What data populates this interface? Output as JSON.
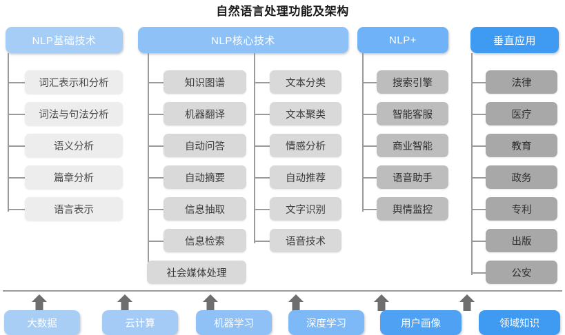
{
  "title": "自然语言处理功能及架构",
  "colors": {
    "header_light": "#a6cdf5",
    "header_mid": "#8ec1f5",
    "header_strong": "#6fb2f7",
    "header_dark": "#3f9bf2",
    "leaf_l1": "#ededed",
    "leaf_l2": "#d9d9d9",
    "leaf_l3": "#bdbdbd",
    "leaf_l4": "#a8a8a8",
    "connector": "#9a9a9a",
    "arrow": "#6e6e6e",
    "title_color": "#1a1a1a"
  },
  "columns": [
    {
      "id": "nlp-basic",
      "header": "NLP基础技术",
      "shade": "header_light",
      "items": [
        "词汇表示和分析",
        "词法与句法分析",
        "语义分析",
        "篇章分析",
        "语言表示"
      ]
    },
    {
      "id": "nlp-core",
      "header": "NLP核心技术",
      "shade": "header_mid",
      "items_left": [
        "知识图谱",
        "机器翻译",
        "自动问答",
        "自动摘要",
        "信息抽取",
        "信息检索",
        "社会媒体处理"
      ],
      "items_right": [
        "文本分类",
        "文本聚类",
        "情感分析",
        "自动推荐",
        "文字识别",
        "语音技术"
      ]
    },
    {
      "id": "nlp-plus",
      "header": "NLP+",
      "shade": "header_strong",
      "items": [
        "搜索引擎",
        "智能客服",
        "商业智能",
        "语音助手",
        "舆情监控"
      ]
    },
    {
      "id": "vertical-application",
      "header": "垂直应用",
      "shade": "header_dark",
      "items": [
        "法律",
        "医疗",
        "教育",
        "政务",
        "专利",
        "出版",
        "公安"
      ]
    }
  ],
  "foundation": {
    "items": [
      {
        "label": "大数据",
        "color": "#a8cef5"
      },
      {
        "label": "云计算",
        "color": "#a4cbf5"
      },
      {
        "label": "机器学习",
        "color": "#8fc0f6"
      },
      {
        "label": "深度学习",
        "color": "#7db8f7"
      },
      {
        "label": "用户画像",
        "color": "#4fa2f3"
      },
      {
        "label": "领域知识",
        "color": "#3f9bf2"
      }
    ]
  },
  "watermark": ""
}
